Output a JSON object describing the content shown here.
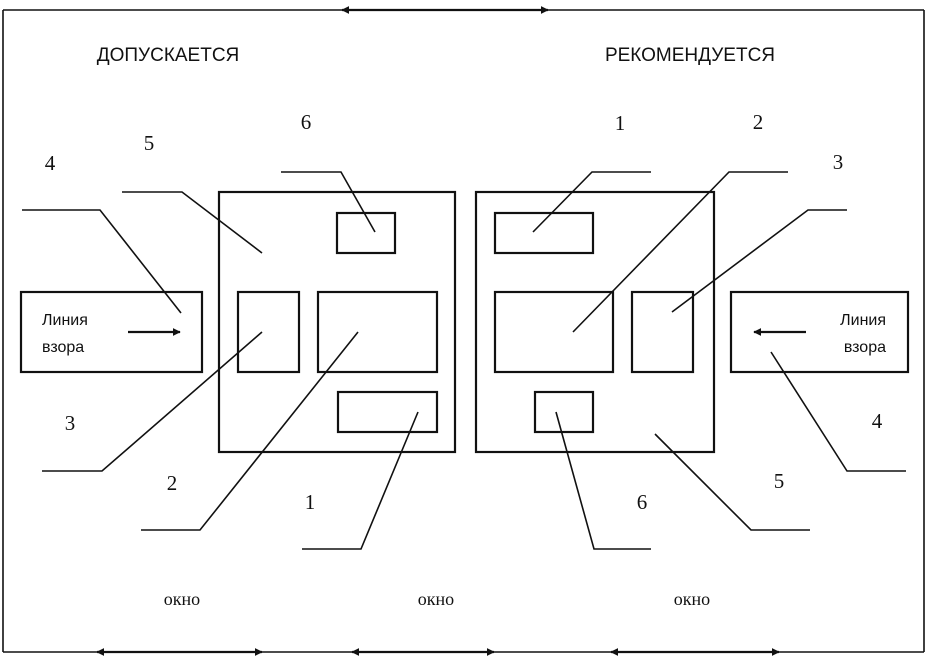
{
  "headings": {
    "left": "ДОПУСКАЕТСЯ",
    "right": "РЕКОМЕНДУЕТСЯ"
  },
  "line_of_sight": {
    "line1": "Линия",
    "line2": "взора"
  },
  "window_label": "окно",
  "left_callouts": {
    "n1": "1",
    "n2": "2",
    "n3": "3",
    "n4": "4",
    "n5": "5",
    "n6": "6"
  },
  "right_callouts": {
    "n1": "1",
    "n2": "2",
    "n3": "3",
    "n4": "4",
    "n5": "5",
    "n6": "6"
  }
}
